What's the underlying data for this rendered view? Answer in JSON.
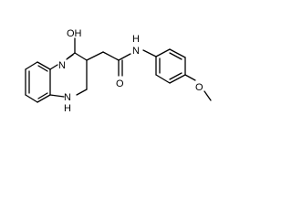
{
  "molecule": {
    "atoms": {
      "hydroxyl": "OH",
      "amide_n": "N",
      "amide_h": "H",
      "amide_o": "O",
      "ring_n_top": "N",
      "ring_nh_bottom": "N",
      "ring_nh_bottom_h": "H",
      "methoxy_o": "O"
    },
    "colors": {
      "bond": "#000000",
      "label": "#000000",
      "background": "#ffffff"
    }
  }
}
